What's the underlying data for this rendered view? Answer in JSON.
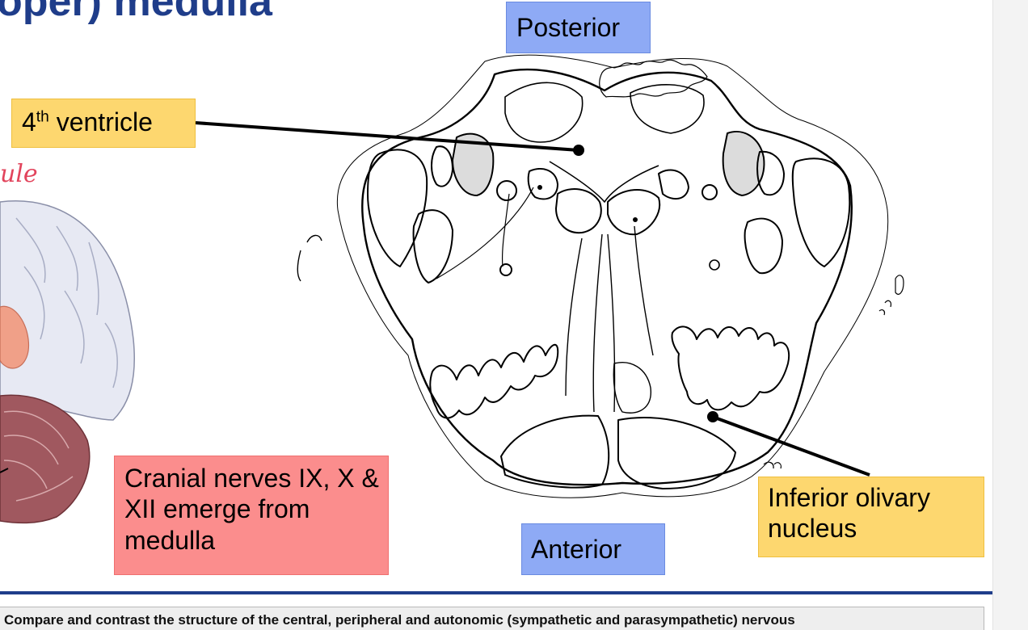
{
  "slide": {
    "title": "oper) medulla",
    "labels": {
      "posterior": "Posterior",
      "anterior": "Anterior",
      "ventricle_base": "4",
      "ventricle_sup": "th",
      "ventricle_rest": " ventricle",
      "cranial_nerves": "Cranial nerves IX, X & XII emerge from medulla",
      "inferior_olivary": "Inferior olivary nucleus"
    },
    "handwriting": "ule",
    "learning_objective": "Compare and contrast the structure of the central, peripheral and autonomic (sympathetic and parasympathetic) nervous"
  },
  "colors": {
    "title": "#1f3d8a",
    "blue_label": "#8eaaf5",
    "yellow_label": "#fdd76f",
    "red_label": "#fb8d8d",
    "handwriting": "#e2445c",
    "brain_cortex": "#e7e9f3",
    "cerebellum": "#a0585f",
    "thalamus": "#f0a088"
  }
}
